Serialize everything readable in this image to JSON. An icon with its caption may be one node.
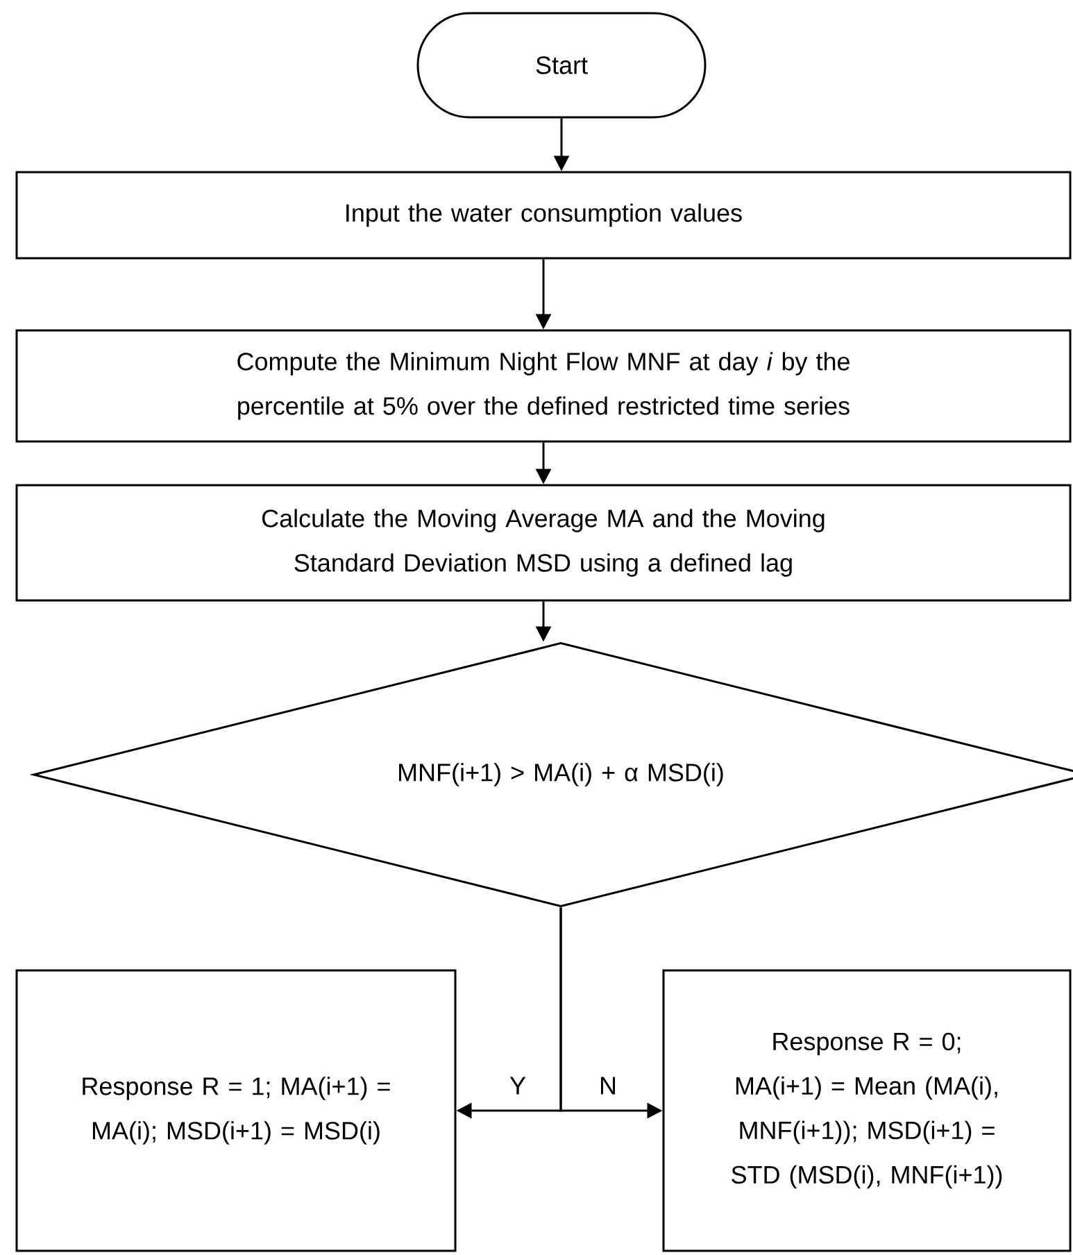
{
  "diagram": {
    "nodes": [
      {
        "text": [
          "Start"
        ]
      },
      {
        "text": [
          "Input the water consumption values"
        ]
      },
      {
        "text": [
          "Compute the Minimum Night Flow MNF at day *i* by the percentile at 5% over the defined restricted time series"
        ]
      },
      {
        "text": [
          "Calculate the Moving Average MA and the Moving Standard Deviation MSD using a defined lag"
        ]
      },
      {
        "text": [
          "MNF(i+1) > MA(i) + α MSD(i)"
        ]
      },
      {
        "text": [
          "Response R = 1; MA(i+1) = MA(i); MSD(i+1) = MSD(i)"
        ]
      },
      {
        "text": [
          "Response R = 0; MA(i+1) = Mean (MA(i), MNF(i+1)); MSD(i+1) = STD (MSD(i), MNF(i+1))"
        ]
      }
    ],
    "edges": [
      {
        "from": 0,
        "to": 1,
        "arrow": "to"
      },
      {
        "from": 1,
        "to": 2,
        "arrow": "to"
      },
      {
        "from": 2,
        "to": 3,
        "arrow": "to"
      },
      {
        "from": 3,
        "to": 4,
        "arrow": "to"
      },
      {
        "from": 4,
        "to": 5,
        "arrow": "to",
        "label": "Y"
      },
      {
        "from": 4,
        "to": 6,
        "arrow": "to",
        "label": "N"
      }
    ]
  }
}
